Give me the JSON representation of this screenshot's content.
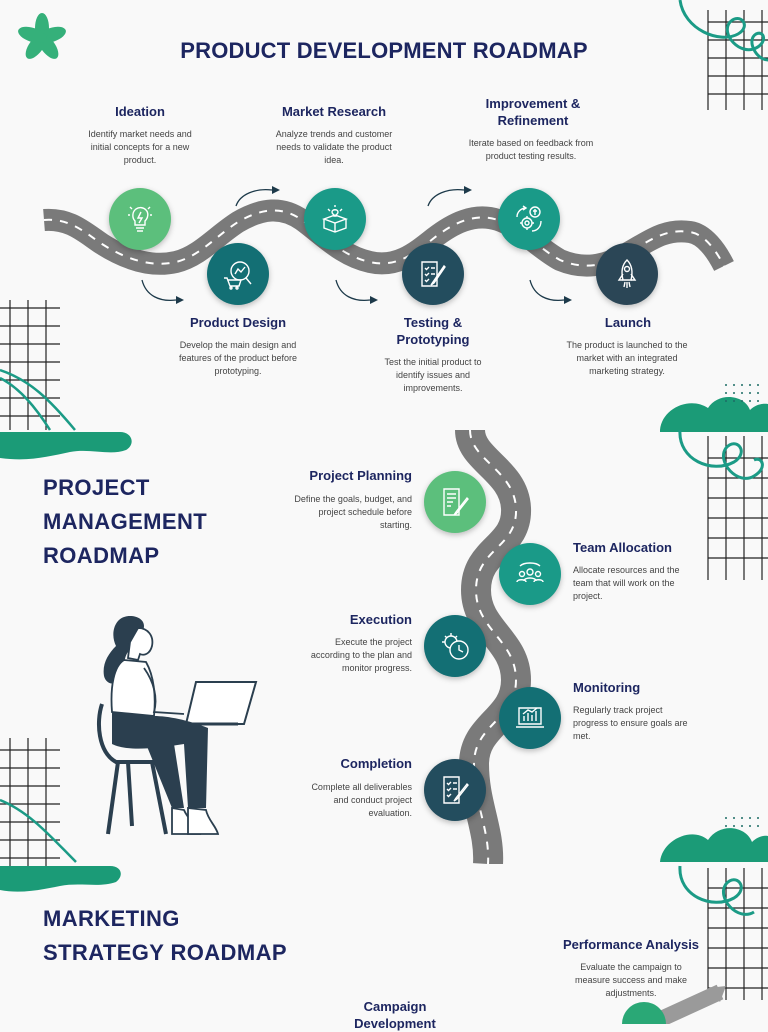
{
  "product_roadmap": {
    "title": "PRODUCT DEVELOPMENT ROADMAP",
    "stages": [
      {
        "title": "Ideation",
        "description": "Identify market needs and initial concepts for a new product.",
        "icon": "lightbulb-icon"
      },
      {
        "title": "Product Design",
        "description": "Develop the main design and features of the product before prototyping.",
        "icon": "cart-chart-icon"
      },
      {
        "title": "Market Research",
        "description": "Analyze trends and customer needs to validate the product idea.",
        "icon": "box-idea-icon"
      },
      {
        "title": "Testing & Prototyping",
        "description": "Test the initial product to identify issues and improvements.",
        "icon": "checklist-pen-icon"
      },
      {
        "title": "Improvement & Refinement",
        "description": "Iterate based on feedback from product testing results.",
        "icon": "gear-cycle-icon"
      },
      {
        "title": "Launch",
        "description": "The product is launched to the market with an integrated marketing strategy.",
        "icon": "rocket-icon"
      }
    ]
  },
  "project_roadmap": {
    "title_lines": [
      "PROJECT",
      "MANAGEMENT",
      "ROADMAP"
    ],
    "stages": [
      {
        "title": "Project Planning",
        "description": "Define the goals, budget, and project schedule before starting.",
        "icon": "document-pen-icon"
      },
      {
        "title": "Team Allocation",
        "description": "Allocate resources and the team that will work on the project.",
        "icon": "team-icon"
      },
      {
        "title": "Execution",
        "description": "Execute the project according to the plan and monitor progress.",
        "icon": "gear-clock-icon"
      },
      {
        "title": "Monitoring",
        "description": "Regularly track project progress to ensure goals are met.",
        "icon": "laptop-chart-icon"
      },
      {
        "title": "Completion",
        "description": "Complete all deliverables and conduct project evaluation.",
        "icon": "checklist-clipboard-icon"
      }
    ]
  },
  "marketing_roadmap": {
    "title_lines": [
      "MARKETING",
      "STRATEGY ROADMAP"
    ],
    "stages": [
      {
        "title": "Performance Analysis",
        "description": "Evaluate the campaign to measure success and make adjustments."
      },
      {
        "title": "Campaign Development"
      }
    ]
  },
  "colors": {
    "navy_text": "#1d2660",
    "green": "#5cbf7c",
    "teal": "#1a9a88",
    "dark_teal": "#136f74",
    "accent_green": "#2aa876",
    "road": "#7d7d7d"
  }
}
